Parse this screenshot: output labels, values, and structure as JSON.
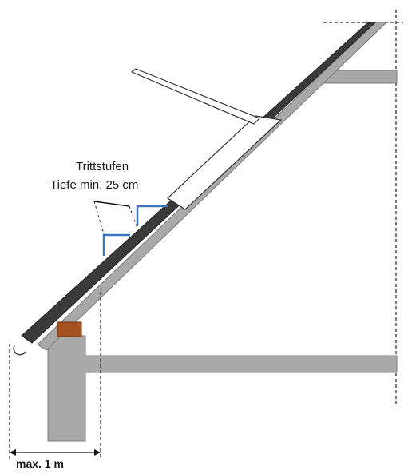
{
  "labels": {
    "steps_title": "Trittstufen",
    "steps_depth": "Tiefe min. 25 cm",
    "eave_distance": "max. 1 m"
  }
}
